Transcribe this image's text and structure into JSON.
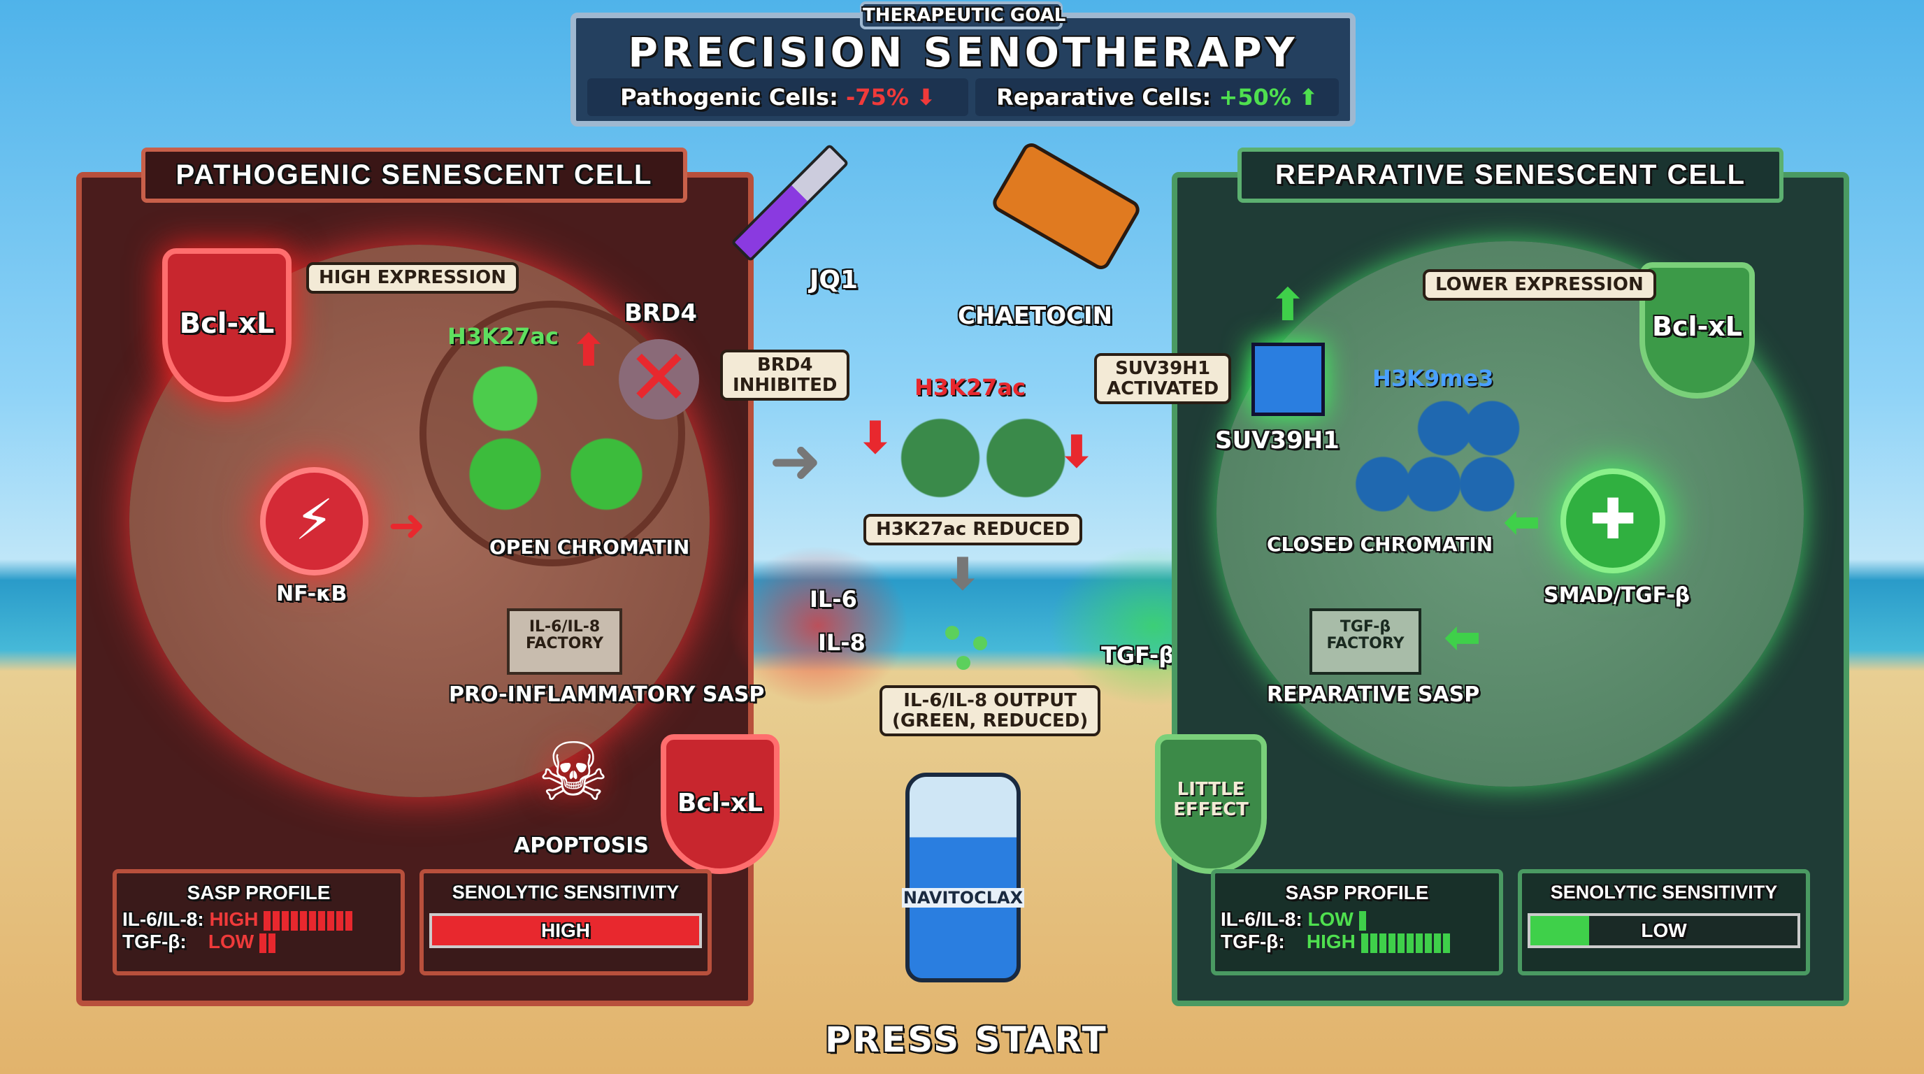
{
  "header": {
    "tag": "THERAPEUTIC GOAL",
    "title": "PRECISION SENOTHERAPY",
    "pathogenic_label": "Pathogenic Cells:",
    "pathogenic_value": "-75%",
    "reparative_label": "Reparative Cells:",
    "reparative_value": "+50%"
  },
  "left": {
    "title": "PATHOGENIC SENESCENT CELL",
    "bclxl": "Bcl-xL",
    "expression": "HIGH EXPRESSION",
    "h3k27ac": "H3K27ac",
    "brd4": "BRD4",
    "brd4_state": "BRD4\nINHIBITED",
    "open_chromatin": "OPEN CHROMATIN",
    "nfkb": "NF-κB",
    "factory": "IL-6/IL-8\nFACTORY",
    "sasp": "PRO-INFLAMMATORY SASP",
    "apoptosis": "APOPTOSIS",
    "bclxl2": "Bcl-xL",
    "profile": {
      "title": "SASP PROFILE",
      "il_label": "IL-6/IL-8:",
      "il_value": "HIGH",
      "il_level": 10,
      "tgf_label": "TGF-β:",
      "tgf_value": "LOW",
      "tgf_level": 2
    },
    "sensitivity": {
      "title": "SENOLYTIC SENSITIVITY",
      "value": "HIGH",
      "fill": 1.0
    }
  },
  "center": {
    "jq1": "JQ1",
    "chaetocin": "CHAETOCIN",
    "h3k27ac": "H3K27ac",
    "reduced": "H3K27ac REDUCED",
    "il6": "IL-6",
    "il8": "IL-8",
    "tgfb": "TGF-β",
    "output": "IL-6/IL-8 OUTPUT\n(GREEN, REDUCED)",
    "navitoclax": "NAVITOCLAX",
    "press_start": "PRESS START"
  },
  "right": {
    "title": "REPARATIVE SENESCENT CELL",
    "bclxl": "Bcl-xL",
    "expression": "LOWER EXPRESSION",
    "suv_state": "SUV39H1\nACTIVATED",
    "suv": "SUV39H1",
    "h3k9me3": "H3K9me3",
    "closed_chromatin": "CLOSED CHROMATIN",
    "smad": "SMAD/TGF-β",
    "factory": "TGF-β\nFACTORY",
    "sasp": "REPARATIVE SASP",
    "little_effect": "LITTLE\nEFFECT",
    "profile": {
      "title": "SASP PROFILE",
      "il_label": "IL-6/IL-8:",
      "il_value": "LOW",
      "il_level": 1,
      "tgf_label": "TGF-β:",
      "tgf_value": "HIGH",
      "tgf_level": 10
    },
    "sensitivity": {
      "title": "SENOLYTIC SENSITIVITY",
      "value": "LOW",
      "fill": 0.22
    }
  },
  "colors": {
    "red": "#e8282e",
    "green": "#3fd04a",
    "navy": "#213a5c"
  }
}
